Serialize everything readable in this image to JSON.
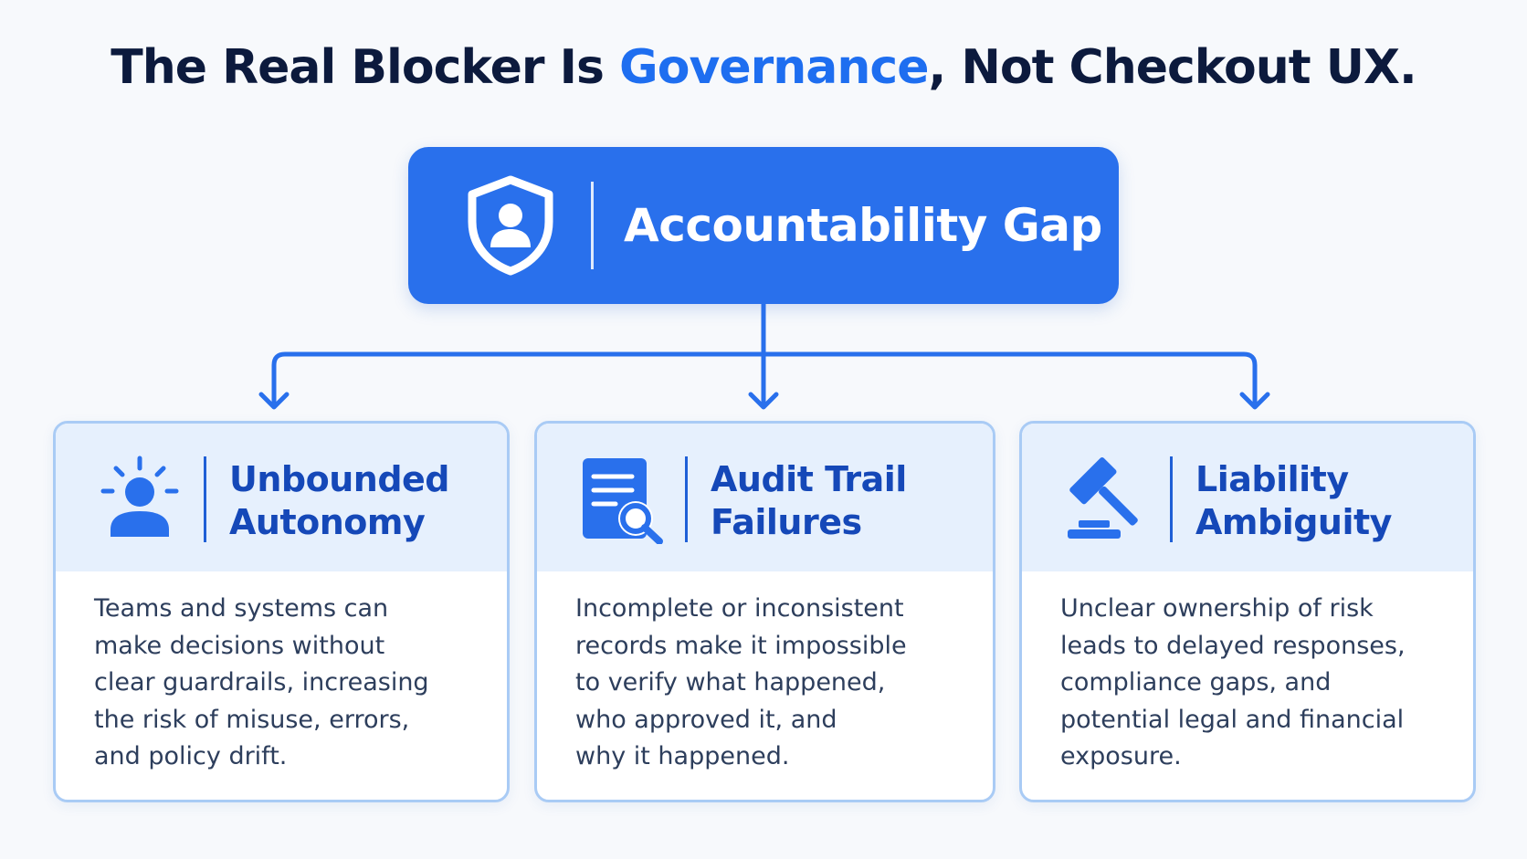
{
  "title": {
    "prefix": "The Real Blocker Is ",
    "accent": "Governance",
    "suffix": ", Not Checkout UX."
  },
  "hub": {
    "label": "Accountability Gap",
    "icon": "shield-user-icon"
  },
  "colors": {
    "primary": "#2970ec",
    "title_text": "#0c1a3d",
    "card_border": "#a9cbf5",
    "card_header_bg": "#e6f0fd",
    "card_title": "#1548b8"
  },
  "cards": [
    {
      "icon": "alert-person-icon",
      "title_lines": [
        "Unbounded",
        "Autonomy"
      ],
      "body_lines": [
        "Teams and systems can",
        "make decisions without",
        "clear guardrails, increasing",
        "the risk of misuse, errors,",
        "and policy drift."
      ]
    },
    {
      "icon": "document-search-icon",
      "title_lines": [
        "Audit Trail",
        "Failures"
      ],
      "body_lines": [
        "Incomplete or inconsistent",
        "records make it impossible",
        "to verify what happened,",
        "who approved it, and",
        "why it happened."
      ]
    },
    {
      "icon": "gavel-icon",
      "title_lines": [
        "Liability",
        "Ambiguity"
      ],
      "body_lines": [
        "Unclear ownership of risk",
        "leads to delayed responses,",
        "compliance gaps, and",
        "potential legal and financial",
        "exposure."
      ]
    }
  ]
}
